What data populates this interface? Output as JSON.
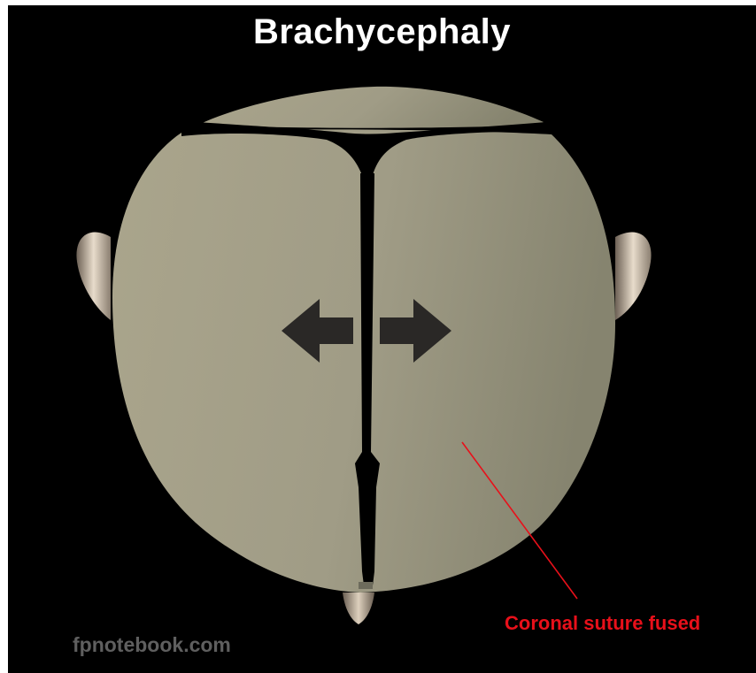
{
  "diagram": {
    "title": "Brachycephaly",
    "annotation": "Coronal suture fused",
    "watermark": "fpnotebook.com"
  },
  "icons": {
    "left_arrow": "arrow-left-icon",
    "right_arrow": "arrow-right-icon"
  },
  "colors": {
    "background": "#000000",
    "skull": "#a39f89",
    "suture": "#000000",
    "arrow": "#2a2826",
    "annotation": "#e8101a",
    "title": "#ffffff",
    "watermark": "#5f5f5f"
  }
}
